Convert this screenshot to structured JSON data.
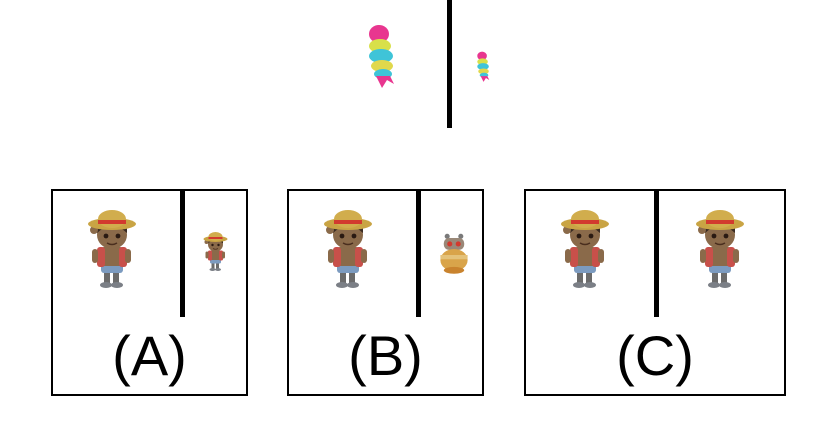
{
  "prompt": {
    "left_figure": "pastel-stacked-toy-large",
    "right_figure": "pastel-stacked-toy-small"
  },
  "options": [
    {
      "label": "(A)",
      "left_figure": "straw-hat-boy-figurine",
      "right_figure": "straw-hat-boy-figurine-small"
    },
    {
      "label": "(B)",
      "left_figure": "straw-hat-boy-figurine",
      "right_figure": "round-robot-toy"
    },
    {
      "label": "(C)",
      "left_figure": "straw-hat-boy-figurine",
      "right_figure": "straw-hat-boy-figurine"
    }
  ],
  "colors": {
    "line": "#000000",
    "hat": "#c9a444",
    "hat_band": "#d23a2e",
    "skin": "#8a6a4a",
    "hair": "#3a2b22",
    "shirt": "#c8504a",
    "pants": "#7c9bc0",
    "toy_pink": "#e8368f",
    "toy_yellow": "#d8e04a",
    "toy_cyan": "#3fc4d8"
  }
}
